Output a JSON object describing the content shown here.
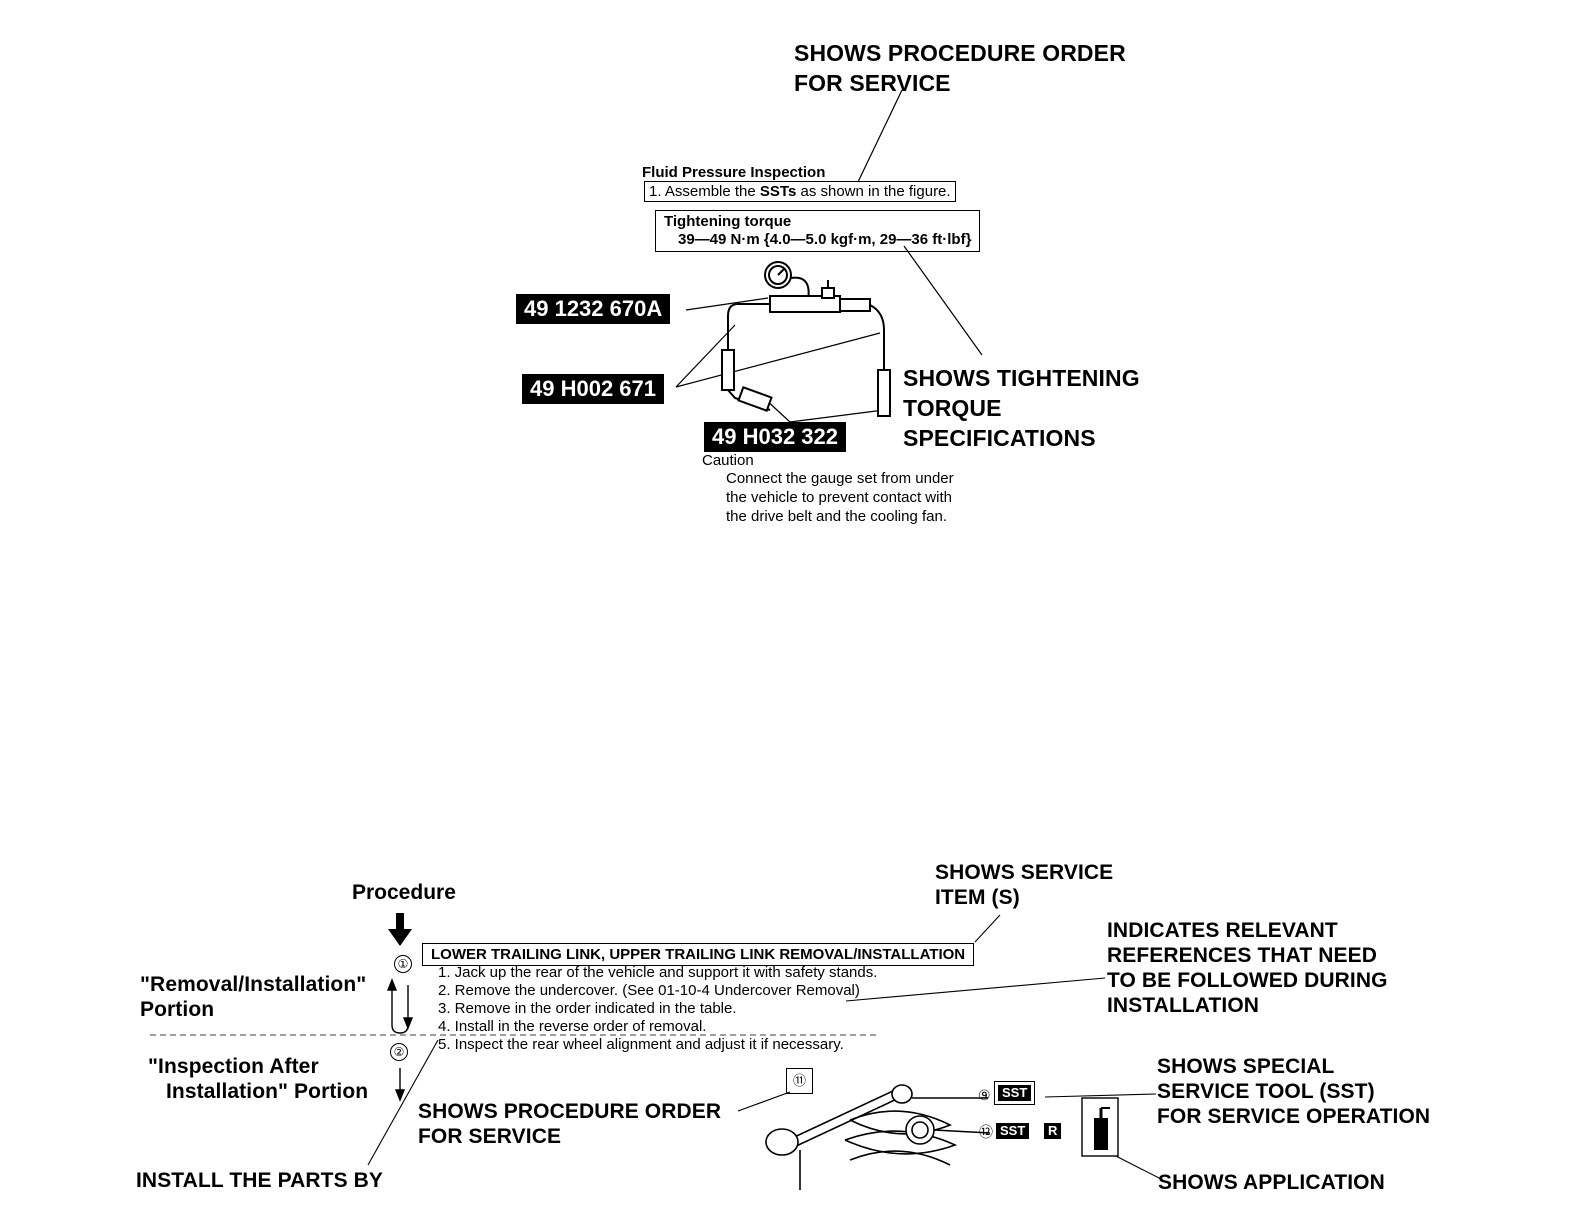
{
  "top": {
    "callout_procedure": [
      "SHOWS PROCEDURE ORDER",
      "FOR SERVICE"
    ],
    "section_heading": "Fluid Pressure Inspection",
    "step1_prefix": "1. Assemble the ",
    "step1_bold": "SSTs",
    "step1_suffix": " as shown in the figure.",
    "torque_title": "Tightening torque",
    "torque_value": "39—49 N·m {4.0—5.0 kgf·m, 29—36 ft·lbf}",
    "sst_labels": [
      "49 1232 670A",
      "49 H002 671",
      "49 H032 322"
    ],
    "callout_torque": [
      "SHOWS TIGHTENING",
      "TORQUE",
      "SPECIFICATIONS"
    ],
    "caution_title": "Caution",
    "caution_lines": [
      "Connect the gauge set from under",
      "the vehicle to prevent contact with",
      "the drive belt and the cooling fan."
    ]
  },
  "bottom": {
    "procedure_label": "Procedure",
    "removal_portion": [
      "\"Removal/Installation\"",
      "Portion"
    ],
    "inspection_portion": [
      "\"Inspection After",
      "Installation\" Portion"
    ],
    "install_parts": "INSTALL THE PARTS BY",
    "callout_service_item": [
      "SHOWS SERVICE",
      "ITEM (S)"
    ],
    "title_box": "LOWER TRAILING LINK, UPPER TRAILING LINK REMOVAL/INSTALLATION",
    "steps": [
      "1. Jack up the rear of the vehicle and support it with safety stands.",
      "2. Remove the undercover. (See 01-10-4 Undercover Removal)",
      "3. Remove in the order indicated in the table.",
      "4. Install in the reverse order of removal.",
      "5. Inspect the rear wheel alignment and adjust it if necessary."
    ],
    "circle_1": "①",
    "circle_2": "②",
    "callout_references": [
      "INDICATES RELEVANT",
      "REFERENCES THAT NEED",
      "TO BE FOLLOWED DURING",
      "INSTALLATION"
    ],
    "callout_procedure_order": [
      "SHOWS PROCEDURE ORDER",
      "FOR SERVICE"
    ],
    "callout_sst": [
      "SHOWS SPECIAL",
      "SERVICE TOOL (SST)",
      "FOR SERVICE OPERATION"
    ],
    "callout_application": "SHOWS APPLICATION",
    "part_11": "⑪",
    "part_9": "⑨",
    "part_12": "⑫",
    "tag_sst": "SST",
    "tag_r": "R"
  }
}
